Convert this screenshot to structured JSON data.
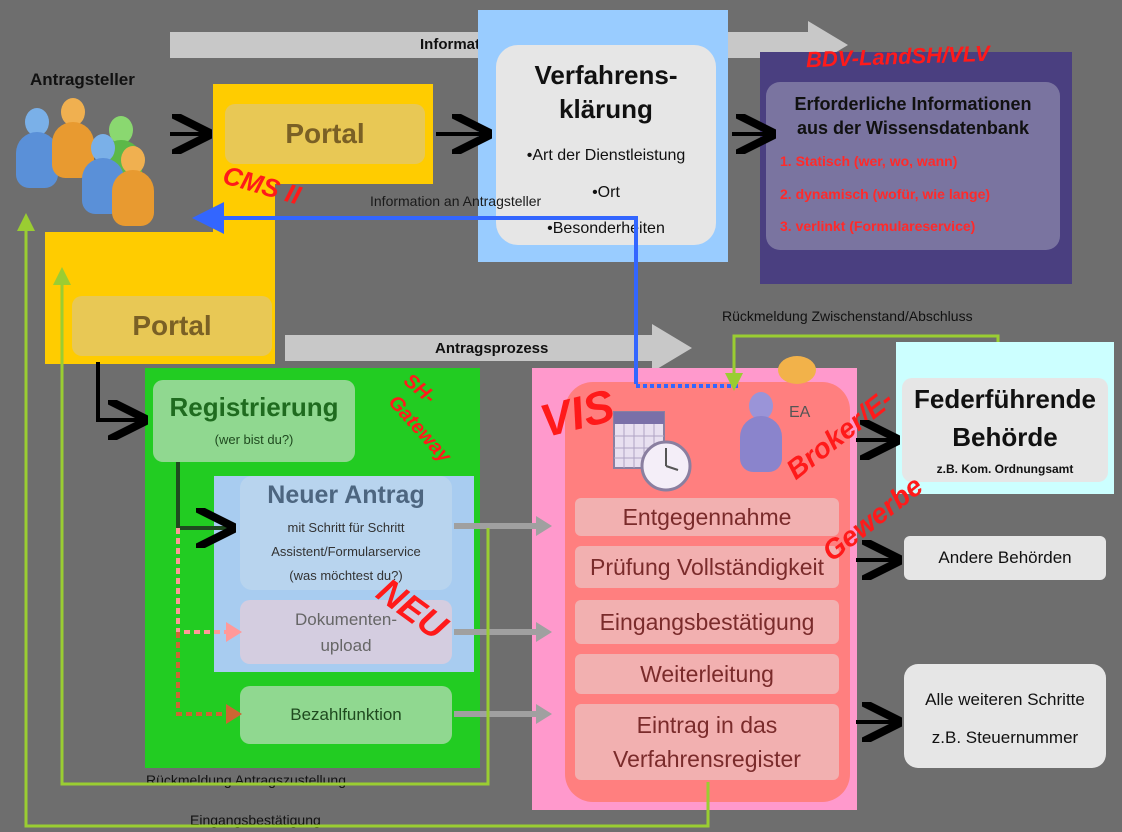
{
  "banners": {
    "info": "Informationsprozess",
    "antrag": "Antragsprozess"
  },
  "antragsteller": "Antragsteller",
  "portal_top": "Portal",
  "portal_bottom": "Portal",
  "cms": "CMS II",
  "verfahren": {
    "title_line1": "Verfahrens-",
    "title_line2": "klärung",
    "item1": "•Art der Dienstleistung",
    "item2": "•Ort",
    "item3": "•Besonderheiten"
  },
  "info_an_antragsteller": "Information an Antragsteller",
  "bdv": {
    "tag": "BDV-LandSH/VLV",
    "title_line1": "Erforderliche Informationen",
    "title_line2": "aus der Wissensdatenbank",
    "item1": "1.  Statisch (wer, wo, wann)",
    "item2": "2.  dynamisch (wofür, wie lange)",
    "item3": "3.  verlinkt (Formulareservice)"
  },
  "rueckmeldung_zwischenstand": "Rückmeldung Zwischenstand/Abschluss",
  "sh_gateway": {
    "line1": "SH-",
    "line2": "Gateway"
  },
  "registrierung": {
    "title": "Registrierung",
    "sub": "(wer bist du?)"
  },
  "neuer_antrag": {
    "title": "Neuer Antrag",
    "line1": "mit Schritt für Schritt",
    "line2": "Assistent/Formularservice",
    "line3": "(was möchtest du?)"
  },
  "neu": "NEU",
  "dokumentenupload": {
    "line1": "Dokumenten-",
    "line2": "upload"
  },
  "bezahlfunktion": "Bezahlfunktion",
  "vis": {
    "tag": "VIS",
    "ea": "EA",
    "items": [
      "Entgegennahme",
      "Prüfung Vollständigkeit",
      "Eingangsbestätigung",
      "Weiterleitung",
      "Eintrag in das",
      "Verfahrensregister"
    ]
  },
  "federfuehrende": {
    "line1": "Federführende",
    "line2": "Behörde",
    "sub": "z.B. Kom. Ordnungsamt"
  },
  "broker": "Broker/E-",
  "gewerbe": "Gewerbe",
  "andere_behoerden": "Andere Behörden",
  "alle_weiteren": {
    "line1": "Alle weiteren Schritte",
    "line2": "z.B. Steuernummer"
  },
  "rueckmeldung_antragszustellung": "Rückmeldung Antragszustellung",
  "eingangsbestaetigung_bottom": "Eingangsbestätigung",
  "colors": {
    "background": "#6e6e6e",
    "portal": "#ffcc00",
    "verfahren_bg": "#99ccff",
    "bdv_bg": "#4a3f80",
    "gateway_green": "#22cc22",
    "vis_pink": "#ff99cc",
    "vis_inner": "#ff7f7f",
    "accent_red": "#ff1a1a",
    "feedback_line": "#9acd32",
    "info_line": "#3366ff"
  }
}
